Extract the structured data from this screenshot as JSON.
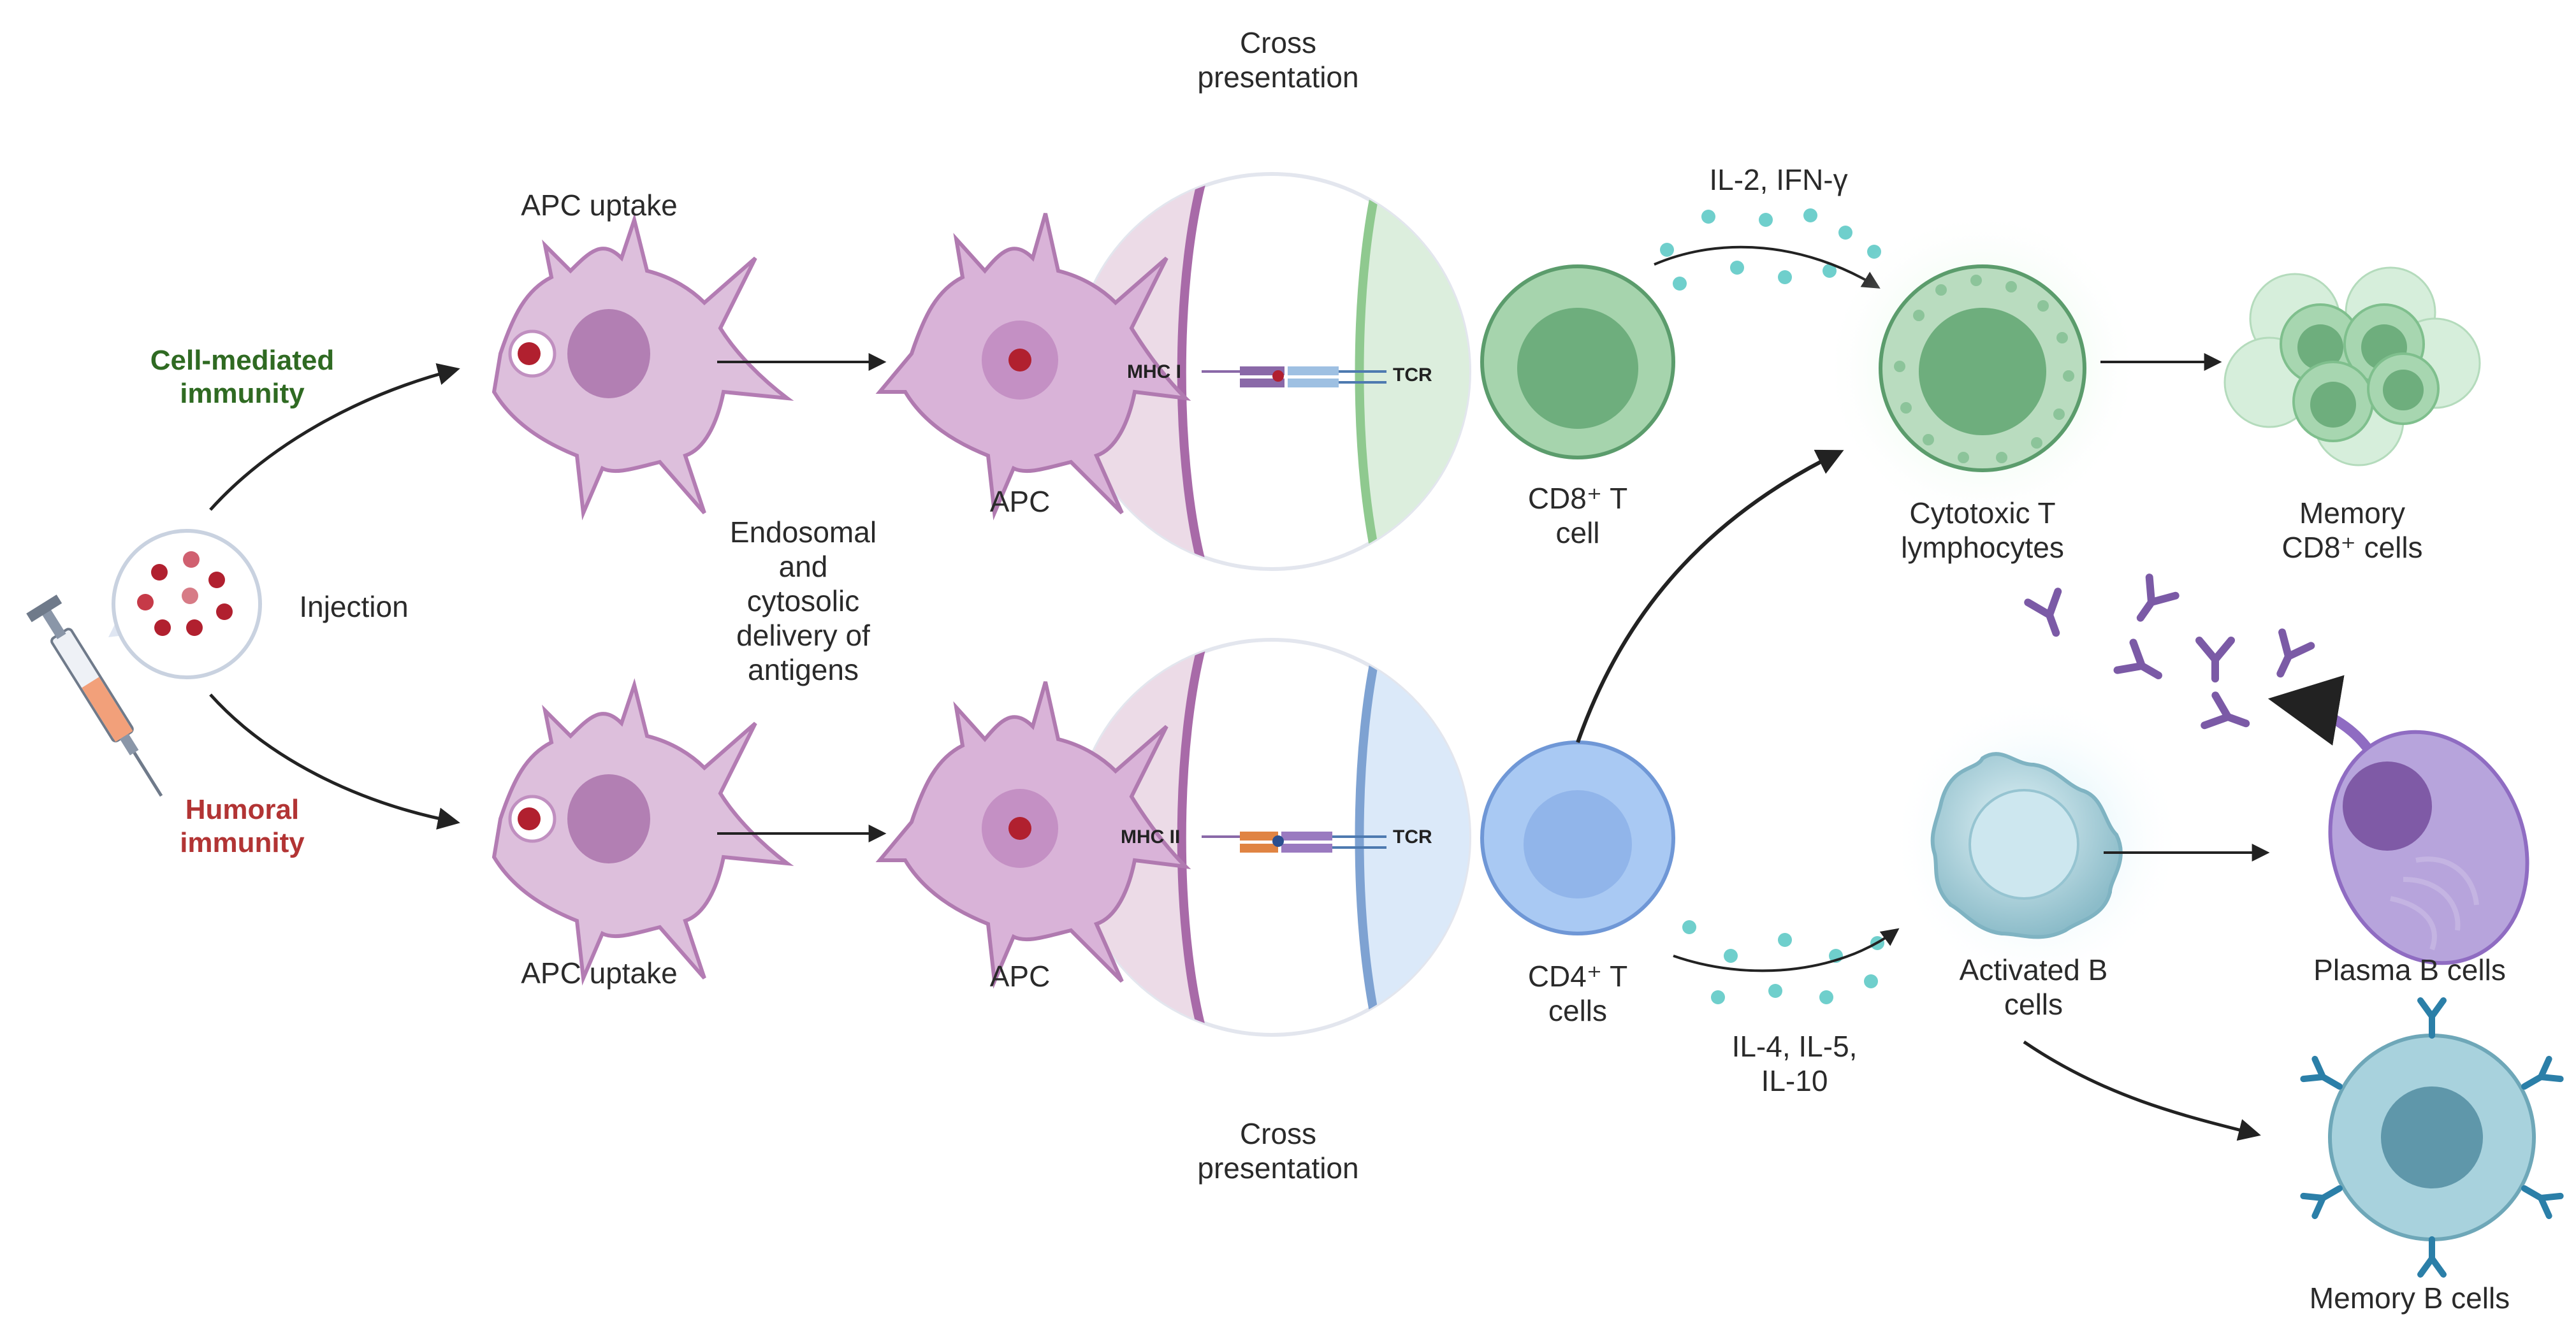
{
  "colors": {
    "apc_fill": "#d9b3d8",
    "apc_stroke": "#a86aa8",
    "apc_nucleus": "#b07eb2",
    "antigen": "#b1202f",
    "cd8_green": "#7fbf8d",
    "cd8_dark": "#5b9c6c",
    "cd4_blue": "#9ec2ef",
    "cd4_dark": "#6f97d6",
    "cytokine": "#5fc7c4",
    "antibody": "#7b5aa6",
    "memory_b": "#9bcbd7",
    "memory_b_antibody": "#2b7fa8",
    "plasma": "#9b80c6",
    "cell_mediated_text": "#2f6a22",
    "humoral_text": "#b23434"
  },
  "labels": {
    "cross_presentation_top": [
      "Cross",
      "presentation"
    ],
    "cross_presentation_bottom": [
      "Cross",
      "presentation"
    ],
    "apc_uptake_top": "APC uptake",
    "apc_uptake_bottom": "APC uptake",
    "cell_mediated": [
      "Cell-mediated",
      "immunity"
    ],
    "humoral": [
      "Humoral",
      "immunity"
    ],
    "injection": "Injection",
    "apc_top": "APC",
    "apc_bottom": "APC",
    "endosomal": [
      "Endosomal",
      "and",
      "cytosolic",
      "delivery of",
      "antigens"
    ],
    "mhc1": "MHC I",
    "mhc2": "MHC II",
    "tcr_top": "TCR",
    "tcr_bottom": "TCR",
    "cd8_cell": [
      "CD8⁺ T",
      "cell"
    ],
    "cd4_cells": [
      "CD4⁺ T",
      "cells"
    ],
    "il_top": "IL-2, IFN-γ",
    "il_bottom": [
      "IL-4, IL-5,",
      "IL-10"
    ],
    "cytotoxic": [
      "Cytotoxic T",
      "lymphocytes"
    ],
    "memory_cd8": [
      "Memory",
      "CD8⁺ cells"
    ],
    "activated_b": [
      "Activated B",
      "cells"
    ],
    "plasma_b": "Plasma B cells",
    "memory_b": "Memory B cells"
  }
}
